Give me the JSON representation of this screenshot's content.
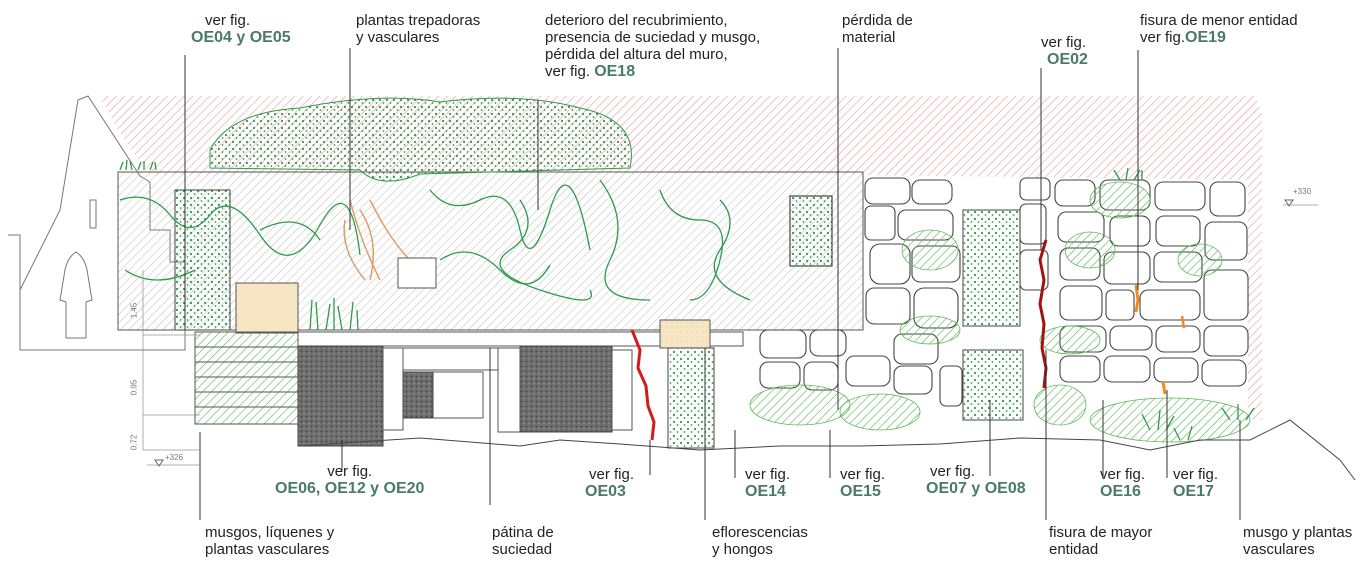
{
  "annotations": {
    "a1": {
      "text": "ver fig.",
      "ref": "OE04 y OE05"
    },
    "a2": {
      "line1": "plantas trepadoras",
      "line2": "y vasculares"
    },
    "a3": {
      "line1": "deterioro del recubrimiento,",
      "line2": "presencia de suciedad y musgo,",
      "line3": "pérdida del altura del muro,",
      "line4": "ver fig.",
      "ref": "OE18"
    },
    "a4": {
      "line1": "pérdida de",
      "line2": "material"
    },
    "a5": {
      "text": "ver fig.",
      "ref": "OE02"
    },
    "a6": {
      "line1": "fisura de menor entidad",
      "line2": " ver fig.",
      "ref": "OE19"
    },
    "b1": {
      "text": "ver fig.",
      "ref": "OE06, OE12 y OE20"
    },
    "b2": {
      "text": "ver fig.",
      "ref": "OE03"
    },
    "b3": {
      "text": "ver fig.",
      "ref": "OE14"
    },
    "b4": {
      "text": "ver fig.",
      "ref": "OE15"
    },
    "b5": {
      "text": "ver fig.",
      "ref": "OE07 y OE08"
    },
    "b6": {
      "text": "ver fig.",
      "ref": "OE16"
    },
    "b7": {
      "text": "ver fig.",
      "ref": "OE17"
    },
    "c1": {
      "line1": "musgos, líquenes y",
      "line2": "plantas vasculares"
    },
    "c2": {
      "line1": "pátina de",
      "line2": "suciedad"
    },
    "c3": {
      "line1": "eflorescencias",
      "line2": "y hongos"
    },
    "c4": {
      "line1": "fisura de mayor",
      "line2": "entidad"
    },
    "c5": {
      "line1": "musgo y plantas",
      "line2": "vasculares"
    }
  },
  "levels": {
    "top": "+330",
    "bottom": "+326"
  },
  "dimensions": {
    "d1": "1.45",
    "d2": "0.95",
    "d3": "0.72"
  },
  "colors": {
    "ref_text": "#4a7a68",
    "moss": "#6cc06a",
    "moss_dark": "#2e9a4a",
    "loss_hatch": "#e69a9a",
    "crack_major": "#d21c1c",
    "crack_minor": "#f08a1e",
    "efflorescence": "#f7e6c4",
    "dirt": "#6e6e6e",
    "climbing_plant": "#d9a06a"
  }
}
